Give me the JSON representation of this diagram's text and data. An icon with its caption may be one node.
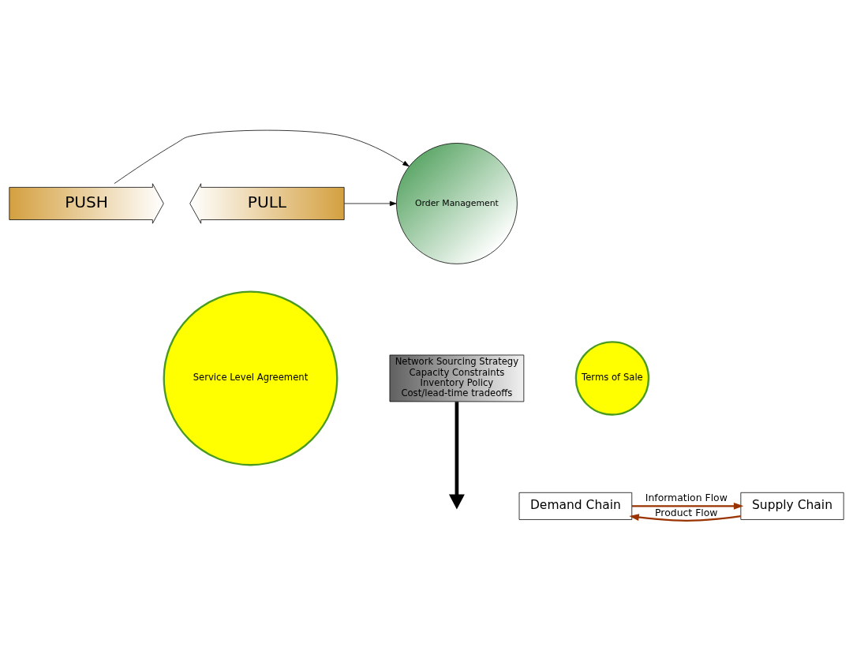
{
  "diagram": {
    "nodes": [
      {
        "text": [
          "PUSH"
        ]
      },
      {
        "text": [
          "Order Management"
        ]
      },
      {
        "text": [
          "PULL"
        ]
      },
      {
        "text": [
          "Network Sourcing Strategy",
          "Capacity Constraints",
          "Inventory Policy",
          "Cost/lead-time tradeoffs"
        ]
      },
      {
        "text": [
          "Service Level Agreement"
        ]
      },
      {
        "text": [
          "Terms of Sale"
        ]
      },
      {
        "text": [
          "Supply Chain"
        ]
      },
      {
        "text": [
          "Demand Chain"
        ]
      }
    ],
    "edges": [
      {
        "from": 0,
        "to": 1,
        "arrow": "to"
      },
      {
        "from": 2,
        "to": 1,
        "arrow": "to"
      },
      {
        "from": 3,
        "to": null,
        "arrow": "to",
        "style": "thick",
        "color": "#000000"
      },
      {
        "from": 6,
        "to": 7,
        "arrow": "to",
        "label": "Product Flow",
        "color": "#993300"
      },
      {
        "from": 7,
        "to": 6,
        "arrow": "to",
        "label": "Information Flow",
        "color": "#993300"
      }
    ]
  }
}
